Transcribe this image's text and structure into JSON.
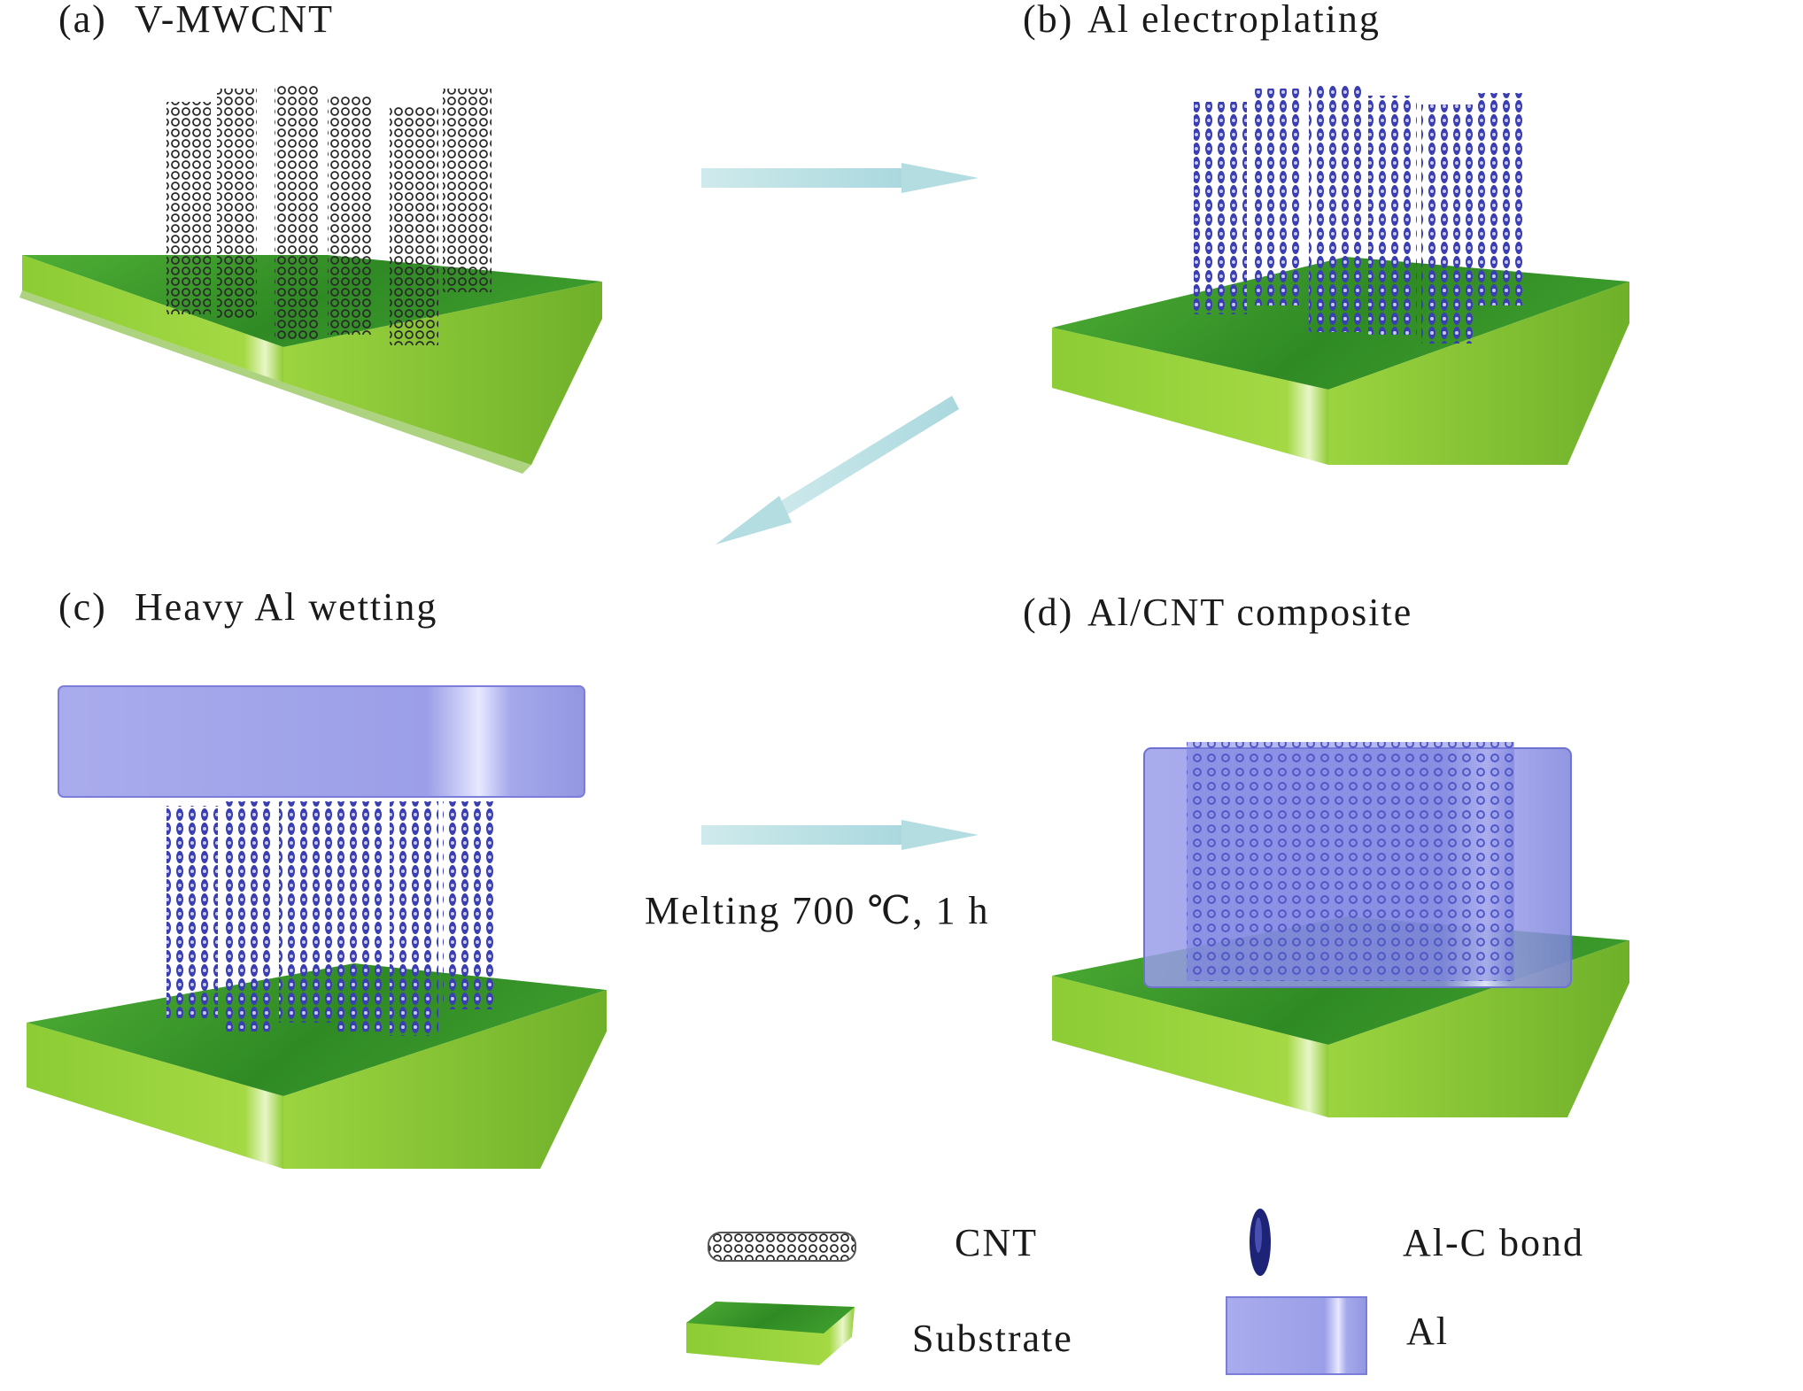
{
  "panels": {
    "a": {
      "letter": "(a)",
      "title": "V-MWCNT"
    },
    "b": {
      "letter": "(b)",
      "title": "Al electroplating"
    },
    "c": {
      "letter": "(c)",
      "title": "Heavy Al wetting"
    },
    "d": {
      "letter": "(d)",
      "title": "Al/CNT composite"
    }
  },
  "process_note": "Melting 700 ℃, 1 h",
  "legend": {
    "cnt": "CNT",
    "substrate": "Substrate",
    "alc_bond": "Al-C bond",
    "al": "Al"
  },
  "colors": {
    "substrate_top": "#3f9e2c",
    "substrate_edge": "#9cd13a",
    "cnt": "#2b2b2b",
    "al_bond": "#3b3fae",
    "al_block": "#8f92e6",
    "arrow": "#bfe3e6"
  }
}
